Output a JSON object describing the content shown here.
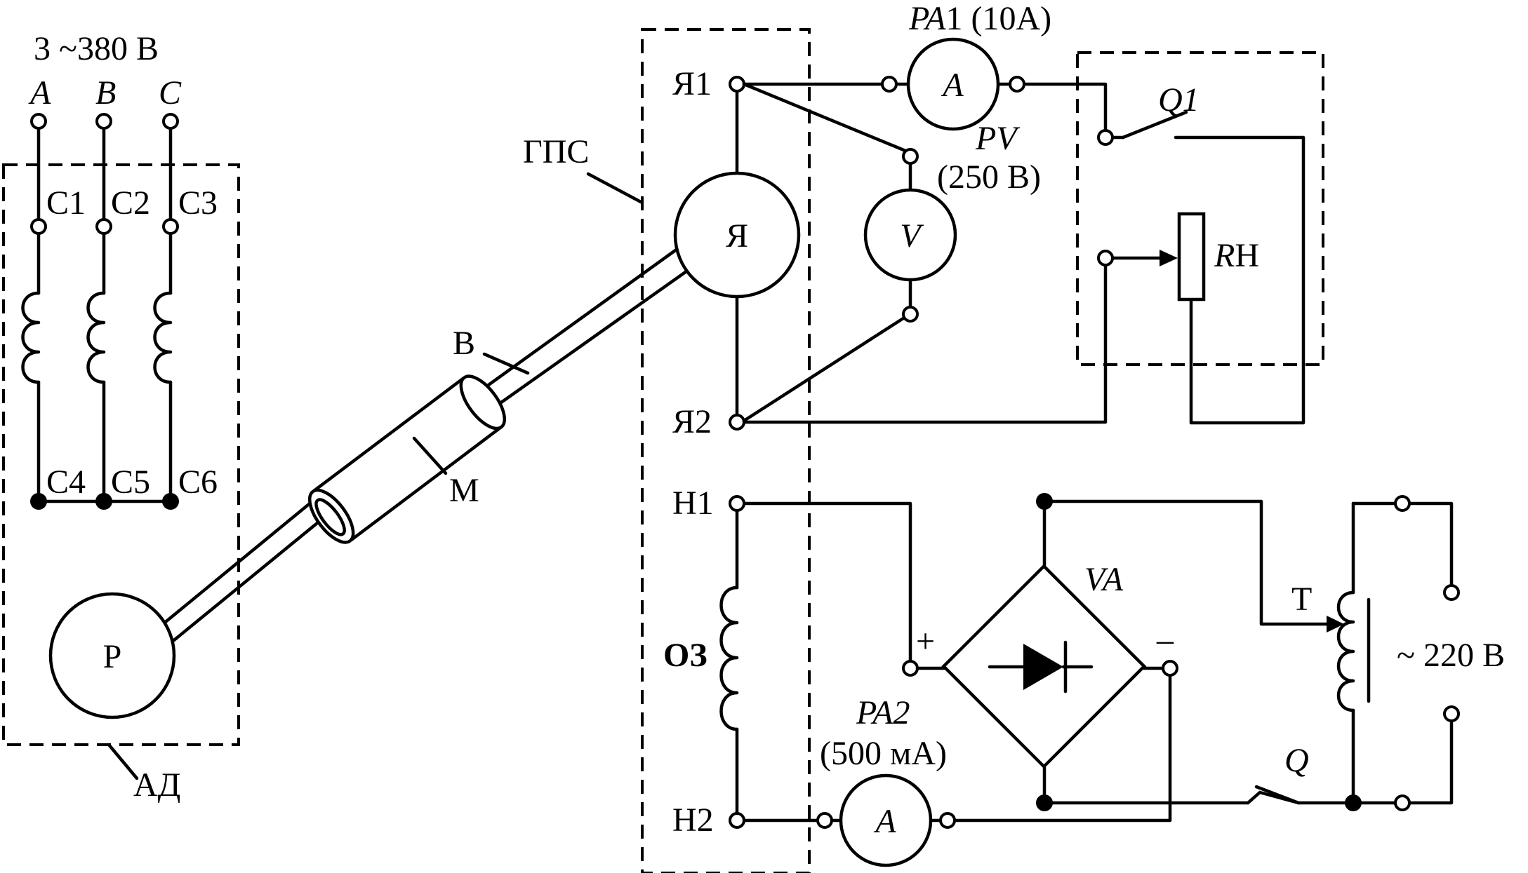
{
  "supply3": {
    "voltage": "3 ~380 В",
    "phase_a": "A",
    "phase_b": "B",
    "phase_c": "C"
  },
  "motor_terminals": {
    "c1": "C1",
    "c2": "C2",
    "c3": "C3",
    "c4": "C4",
    "c5": "C5",
    "c6": "C6"
  },
  "labels": {
    "rotor": "Р",
    "induction_motor": "АД",
    "coupling": "М",
    "shaft": "В",
    "dc_generator": "ГПС",
    "armature": "Я",
    "armature_t1": "Я1",
    "armature_t2": "Я2",
    "field_t1": "Н1",
    "field_t2": "Н2",
    "field_winding": "ОЗ",
    "rectifier": "VA",
    "plus": "+",
    "minus": "–",
    "transformer": "Т",
    "supply_ac": "~ 220 В",
    "switch_q": "Q",
    "switch_q1": "Q1",
    "load_resistor_r": "R",
    "load_resistor_n": "Н"
  },
  "instruments": {
    "pa1": {
      "name_italic": "PA",
      "name_num": "1",
      "range": " (10A)",
      "symbol": "A"
    },
    "pv": {
      "name": "PV",
      "range": "(250 В)",
      "symbol": "V"
    },
    "pa2": {
      "name": "PA2",
      "range": "(500 мА)",
      "symbol": "A"
    }
  }
}
